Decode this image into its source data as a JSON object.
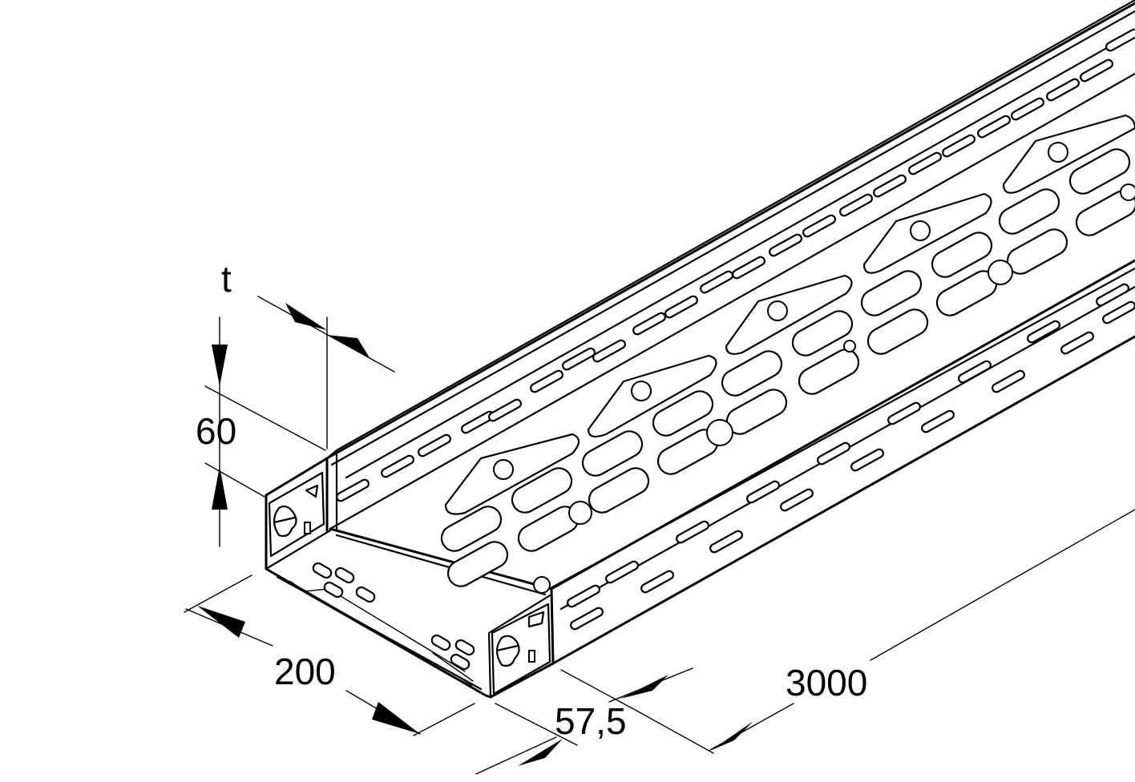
{
  "drawing": {
    "subject": "perforated cable tray",
    "dimensions": {
      "thickness_label": "t",
      "height_label": "60",
      "width_label": "200",
      "pitch_label": "57,5",
      "length_label": "3000"
    },
    "colors": {
      "line": "#000000",
      "background": "#ffffff"
    }
  }
}
